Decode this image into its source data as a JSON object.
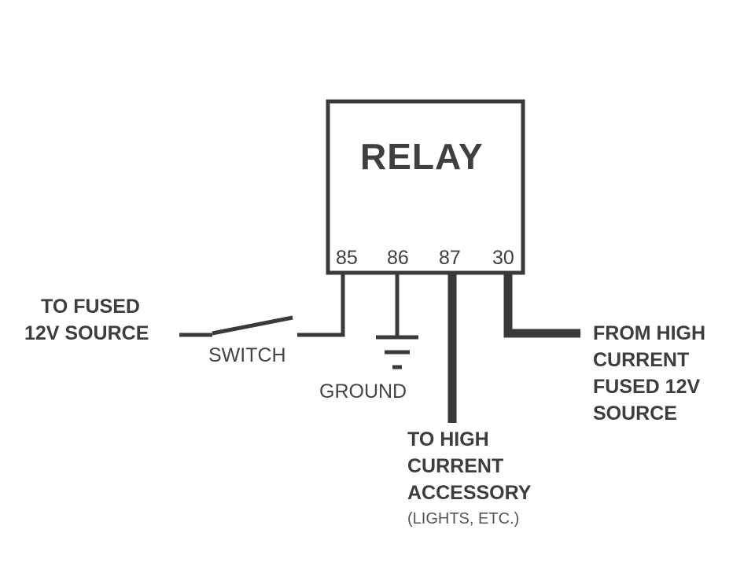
{
  "relay": {
    "title": "RELAY",
    "pins": [
      "85",
      "86",
      "87",
      "30"
    ]
  },
  "labels": {
    "fused_source": [
      "TO FUSED",
      "12V SOURCE"
    ],
    "switch": "SWITCH",
    "ground": "GROUND",
    "accessory": [
      "TO HIGH",
      "CURRENT",
      "ACCESSORY"
    ],
    "accessory_note": "(LIGHTS, ETC.)",
    "high_current_source": [
      "FROM HIGH",
      "CURRENT",
      "FUSED 12V",
      "SOURCE"
    ]
  },
  "colors": {
    "line": "#3a3a3a",
    "background": "#ffffff"
  }
}
